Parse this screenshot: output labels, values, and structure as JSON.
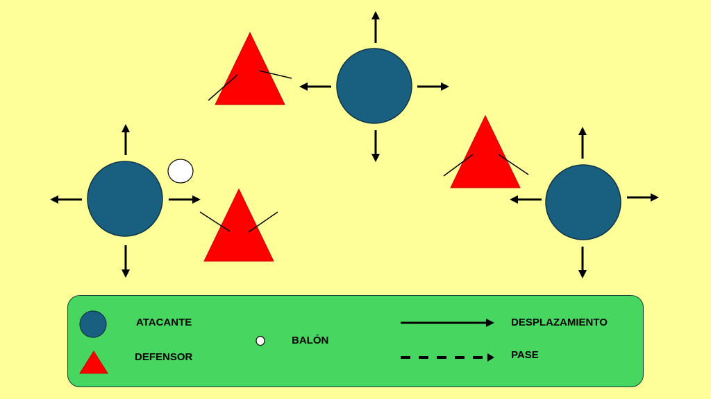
{
  "colors": {
    "background": "#ffff99",
    "attacker": "#185f80",
    "defender": "#ff0000",
    "ball": "#ffffff",
    "legend_bg": "#47d65f",
    "arrow": "#000000"
  },
  "players": {
    "attackers": [
      {
        "id": "attacker-left",
        "moves": [
          "up",
          "down",
          "left",
          "right"
        ],
        "has_ball": true
      },
      {
        "id": "attacker-top",
        "moves": [
          "up",
          "down",
          "left",
          "right"
        ],
        "has_ball": false
      },
      {
        "id": "attacker-right",
        "moves": [
          "up",
          "down",
          "left",
          "right"
        ],
        "has_ball": false
      }
    ],
    "defenders": [
      {
        "id": "defender-top-left",
        "arms": 2
      },
      {
        "id": "defender-bottom-left",
        "arms": 2
      },
      {
        "id": "defender-right",
        "arms": 2
      }
    ]
  },
  "legend": {
    "attacker_label": "ATACANTE",
    "defender_label": "DEFENSOR",
    "ball_label": "BALÓN",
    "movement_label": "DESPLAZAMIENTO",
    "pass_label": "PASE"
  }
}
